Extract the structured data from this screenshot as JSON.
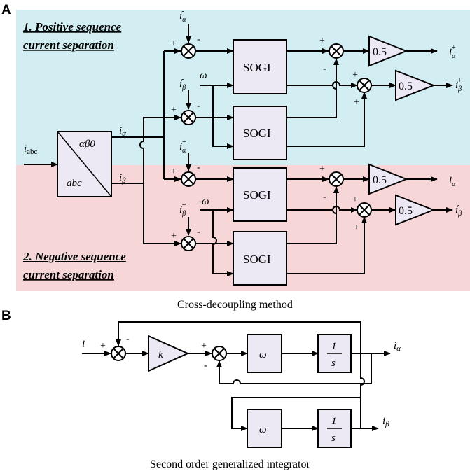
{
  "panels": [
    {
      "letter": "A",
      "caption": "Cross-decoupling method"
    },
    {
      "letter": "B",
      "caption": "Second order generalized integrator"
    }
  ],
  "section_a": {
    "positive_heading": [
      "1. Positive sequence",
      "current separation"
    ],
    "negative_heading": [
      "2. Negative sequence",
      "current separation"
    ],
    "transform": {
      "input": "i",
      "input_sub": "abc",
      "top": "αβ0",
      "bottom": "abc",
      "out_alpha": "i",
      "out_alpha_sub": "α",
      "out_beta": "i",
      "out_beta_sub": "β"
    },
    "sogi_label": "SOGI",
    "gain_label": "0.5",
    "omega_pos": "ω",
    "omega_neg": "-ω",
    "outputs": {
      "pos_alpha": {
        "base": "i",
        "sub": "α",
        "sup": "+"
      },
      "pos_beta": {
        "base": "i",
        "sub": "β",
        "sup": "+"
      },
      "neg_alpha": {
        "base": "i",
        "sub": "α",
        "sup": "-"
      },
      "neg_beta": {
        "base": "i",
        "sub": "β",
        "sup": "-"
      }
    },
    "feedbacks": {
      "pos_alpha": {
        "base": "i",
        "sub": "α",
        "sup": "-"
      },
      "pos_beta": {
        "base": "i",
        "sub": "β",
        "sup": "-"
      },
      "neg_alpha": {
        "base": "i",
        "sub": "α",
        "sup": "+"
      },
      "neg_beta": {
        "base": "i",
        "sub": "β",
        "sup": "+"
      }
    },
    "plus": "+",
    "minus": "-"
  },
  "section_b": {
    "input": "i",
    "gain": "k",
    "omega": "ω",
    "integrator_num": "1",
    "integrator_den": "s",
    "out_alpha": {
      "base": "i",
      "sub": "α"
    },
    "out_beta": {
      "base": "i",
      "sub": "β"
    },
    "plus": "+",
    "minus": "-"
  },
  "colors": {
    "positive_bg": "#d3eef3",
    "negative_bg": "#f6d6d6",
    "block_fill": "#ece8f4",
    "line": "#000000"
  }
}
